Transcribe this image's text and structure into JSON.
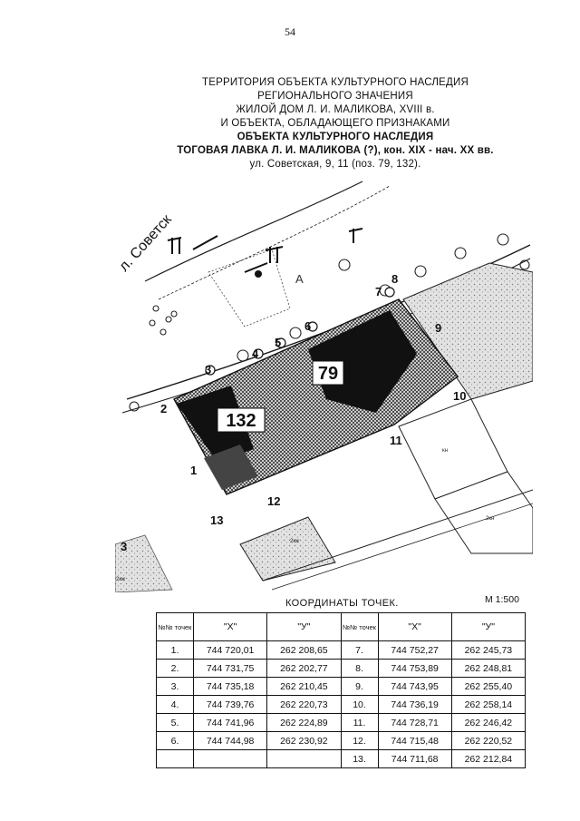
{
  "page_number": "54",
  "title_lines": [
    "ТЕРРИТОРИЯ ОБЪЕКТА КУЛЬТУРНОГО НАСЛЕДИЯ",
    "РЕГИОНАЛЬНОГО ЗНАЧЕНИЯ",
    "ЖИЛОЙ ДОМ Л. И. МАЛИКОВА,  XVIII в.",
    "И ОБЪЕКТА, ОБЛАДАЮЩЕГО ПРИЗНАКАМИ",
    "ОБЪЕКТА КУЛЬТУРНОГО НАСЛЕДИЯ",
    "ТОГОВАЯ ЛАВКА Л. И. МАЛИКОВА (?),  кон. XIX - нач. XX вв.",
    "ул. Советская, 9, 11  (поз. 79, 132)."
  ],
  "map": {
    "street_label": "л. Советск",
    "building_labels": {
      "b79": "79",
      "b132": "132"
    },
    "small_labels": {
      "l1": "2кж",
      "l2": "2кн",
      "l3": "2кж",
      "l4": "кн",
      "l5": "А"
    },
    "point_labels": [
      "1",
      "2",
      "3",
      "4",
      "5",
      "6",
      "7",
      "8",
      "9",
      "10",
      "11",
      "12",
      "13"
    ],
    "left_edge_label": "3",
    "colors": {
      "map_ink": "#1a1a1a",
      "building_dark": "#111111",
      "hatch": "#333333",
      "neighbor_gray": "#9a9a9a",
      "light_gray": "#d0d0d0"
    }
  },
  "coordinates": {
    "title": "КООРДИНАТЫ  ТОЧЕК.",
    "scale": "М  1:500",
    "headers": {
      "num": "№№ точек",
      "x": "\"X\"",
      "y": "\"У\""
    },
    "rows": [
      {
        "n1": "1.",
        "x1": "744 720,01",
        "y1": "262 208,65",
        "n2": "7.",
        "x2": "744 752,27",
        "y2": "262 245,73"
      },
      {
        "n1": "2.",
        "x1": "744 731,75",
        "y1": "262 202,77",
        "n2": "8.",
        "x2": "744 753,89",
        "y2": "262 248,81"
      },
      {
        "n1": "3.",
        "x1": "744 735,18",
        "y1": "262 210,45",
        "n2": "9.",
        "x2": "744 743,95",
        "y2": "262 255,40"
      },
      {
        "n1": "4.",
        "x1": "744 739,76",
        "y1": "262 220,73",
        "n2": "10.",
        "x2": "744 736,19",
        "y2": "262 258,14"
      },
      {
        "n1": "5.",
        "x1": "744 741,96",
        "y1": "262 224,89",
        "n2": "11.",
        "x2": "744 728,71",
        "y2": "262 246,42"
      },
      {
        "n1": "6.",
        "x1": "744 744,98",
        "y1": "262 230,92",
        "n2": "12.",
        "x2": "744 715,48",
        "y2": "262 220,52"
      },
      {
        "n1": "",
        "x1": "",
        "y1": "",
        "n2": "13.",
        "x2": "744 711,68",
        "y2": "262 212,84"
      }
    ]
  }
}
